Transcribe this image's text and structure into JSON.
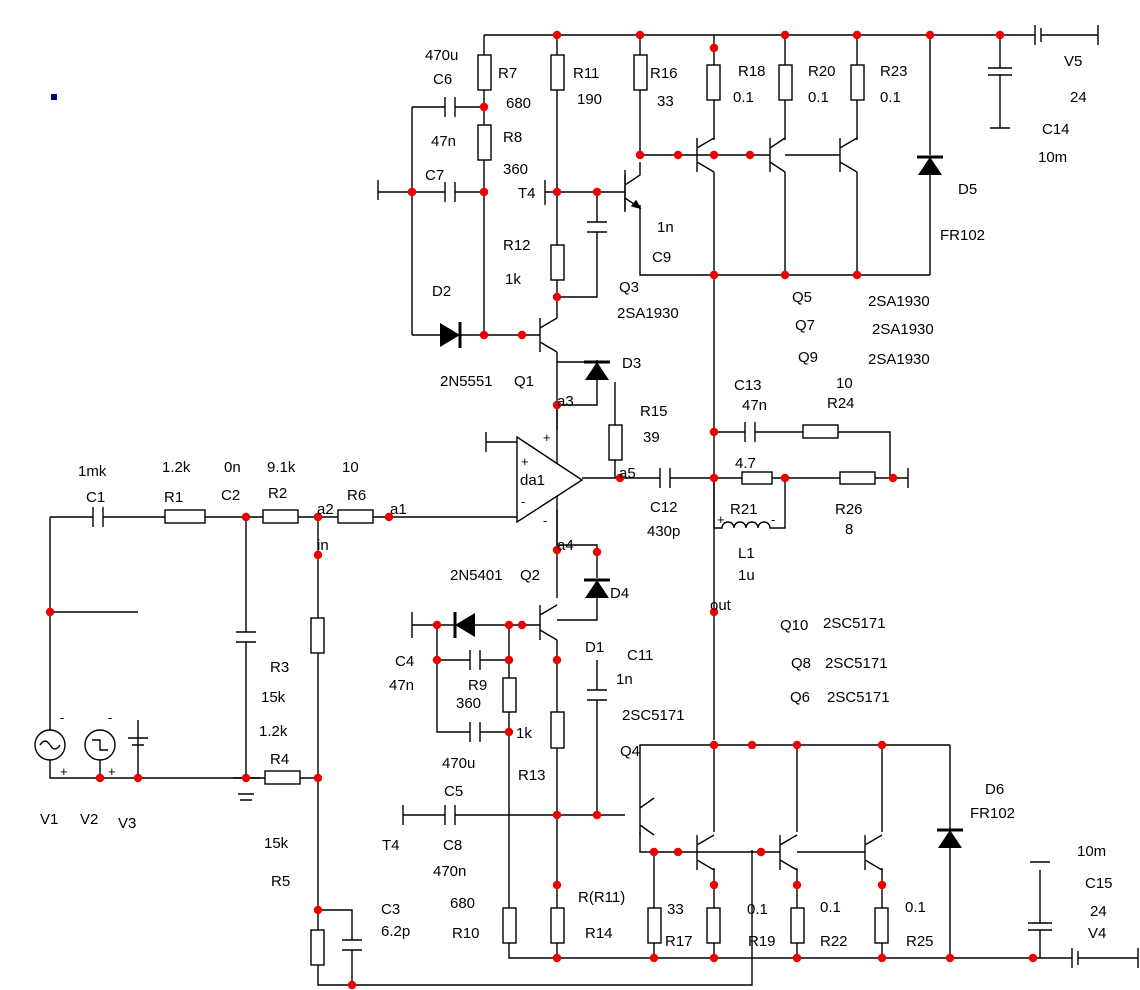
{
  "labels": {
    "v5": "V5",
    "v5_val": "24",
    "c14": "C14",
    "c14_val": "10m",
    "r7": "R7",
    "r7_val": "680",
    "c6": "C6",
    "c6_val": "470u",
    "r8": "R8",
    "r8_val": "360",
    "c7": "C7",
    "c7_val": "47n",
    "r11": "R11",
    "r11_val": "190",
    "r16": "R16",
    "r16_val": "33",
    "r18": "R18",
    "r18_val": "0.1",
    "r20": "R20",
    "r20_val": "0.1",
    "r23": "R23",
    "r23_val": "0.1",
    "t4_top": "T4",
    "r12": "R12",
    "r12_val": "1k",
    "c9": "C9",
    "c9_val": "1n",
    "d5": "D5",
    "d5_type": "FR102",
    "d2": "D2",
    "q3": "Q3",
    "q3_type": "2SA1930",
    "q5": "Q5",
    "q5_type": "2SA1930",
    "q7": "Q7",
    "q7_type": "2SA1930",
    "q9": "Q9",
    "q1_type": "2N5551",
    "q1": "Q1",
    "d3": "D3",
    "a3": "a3",
    "r15": "R15",
    "r15_val": "39",
    "c13": "C13",
    "c13_val": "47n",
    "r24": "R24",
    "r24_val": "10",
    "c1_val": "1mk",
    "c1": "C1",
    "r1_val": "1.2k",
    "r1": "R1",
    "c2_val": "0n",
    "c2": "C2",
    "r2_val": "9.1k",
    "r2": "R2",
    "r6_val": "10",
    "r6": "R6",
    "a2": "a2",
    "a1": "a1",
    "in": "in",
    "da1": "da1",
    "a5": "a5",
    "c12": "C12",
    "c12_val": "430p",
    "r21_val": "4.7",
    "r21": "R21",
    "r26": "R26",
    "r26_val": "8",
    "l1": "L1",
    "l1_val": "1u",
    "a4": "a4",
    "q2_type": "2N5401",
    "q2": "Q2",
    "d4": "D4",
    "out": "out",
    "q10": "Q10",
    "q10_type": "2SC5171",
    "q8": "Q8",
    "q8_type": "2SC5171",
    "q6": "Q6",
    "q6_type": "2SC5171",
    "c4": "C4",
    "c4_val": "47n",
    "r9": "R9",
    "r9_val": "360",
    "c4b_val": "470u",
    "r9b_val": "1k",
    "d1": "D1",
    "c11": "C11",
    "c11_val": "1n",
    "q4_type": "2SC5171",
    "q4": "Q4",
    "r3": "R3",
    "r3_val": "15k",
    "r4_val": "1.2k",
    "r4": "R4",
    "v1": "V1",
    "v2": "V2",
    "v3": "V3",
    "r13": "R13",
    "c5": "C5",
    "c8": "C8",
    "c8_val": "470n",
    "t4_bot": "T4",
    "r5_val": "15k",
    "r5": "R5",
    "c3": "C3",
    "c3_val": "6.2p",
    "r10_val": "680",
    "r10": "R10",
    "r14_val": "R(R11)",
    "r14": "R14",
    "r17_val": "33",
    "r17": "R17",
    "r19_val": "0.1",
    "r19": "R19",
    "r22_val": "0.1",
    "r22": "R22",
    "r25_val": "0.1",
    "r25": "R25",
    "d6": "D6",
    "d6_type": "FR102",
    "c15_val": "10m",
    "c15": "C15",
    "v4_val": "24",
    "v4": "V4",
    "plus": "+",
    "minus": "-"
  },
  "colors": {
    "wire": "#000000",
    "node": "#ee0000",
    "marker": "#000080"
  }
}
